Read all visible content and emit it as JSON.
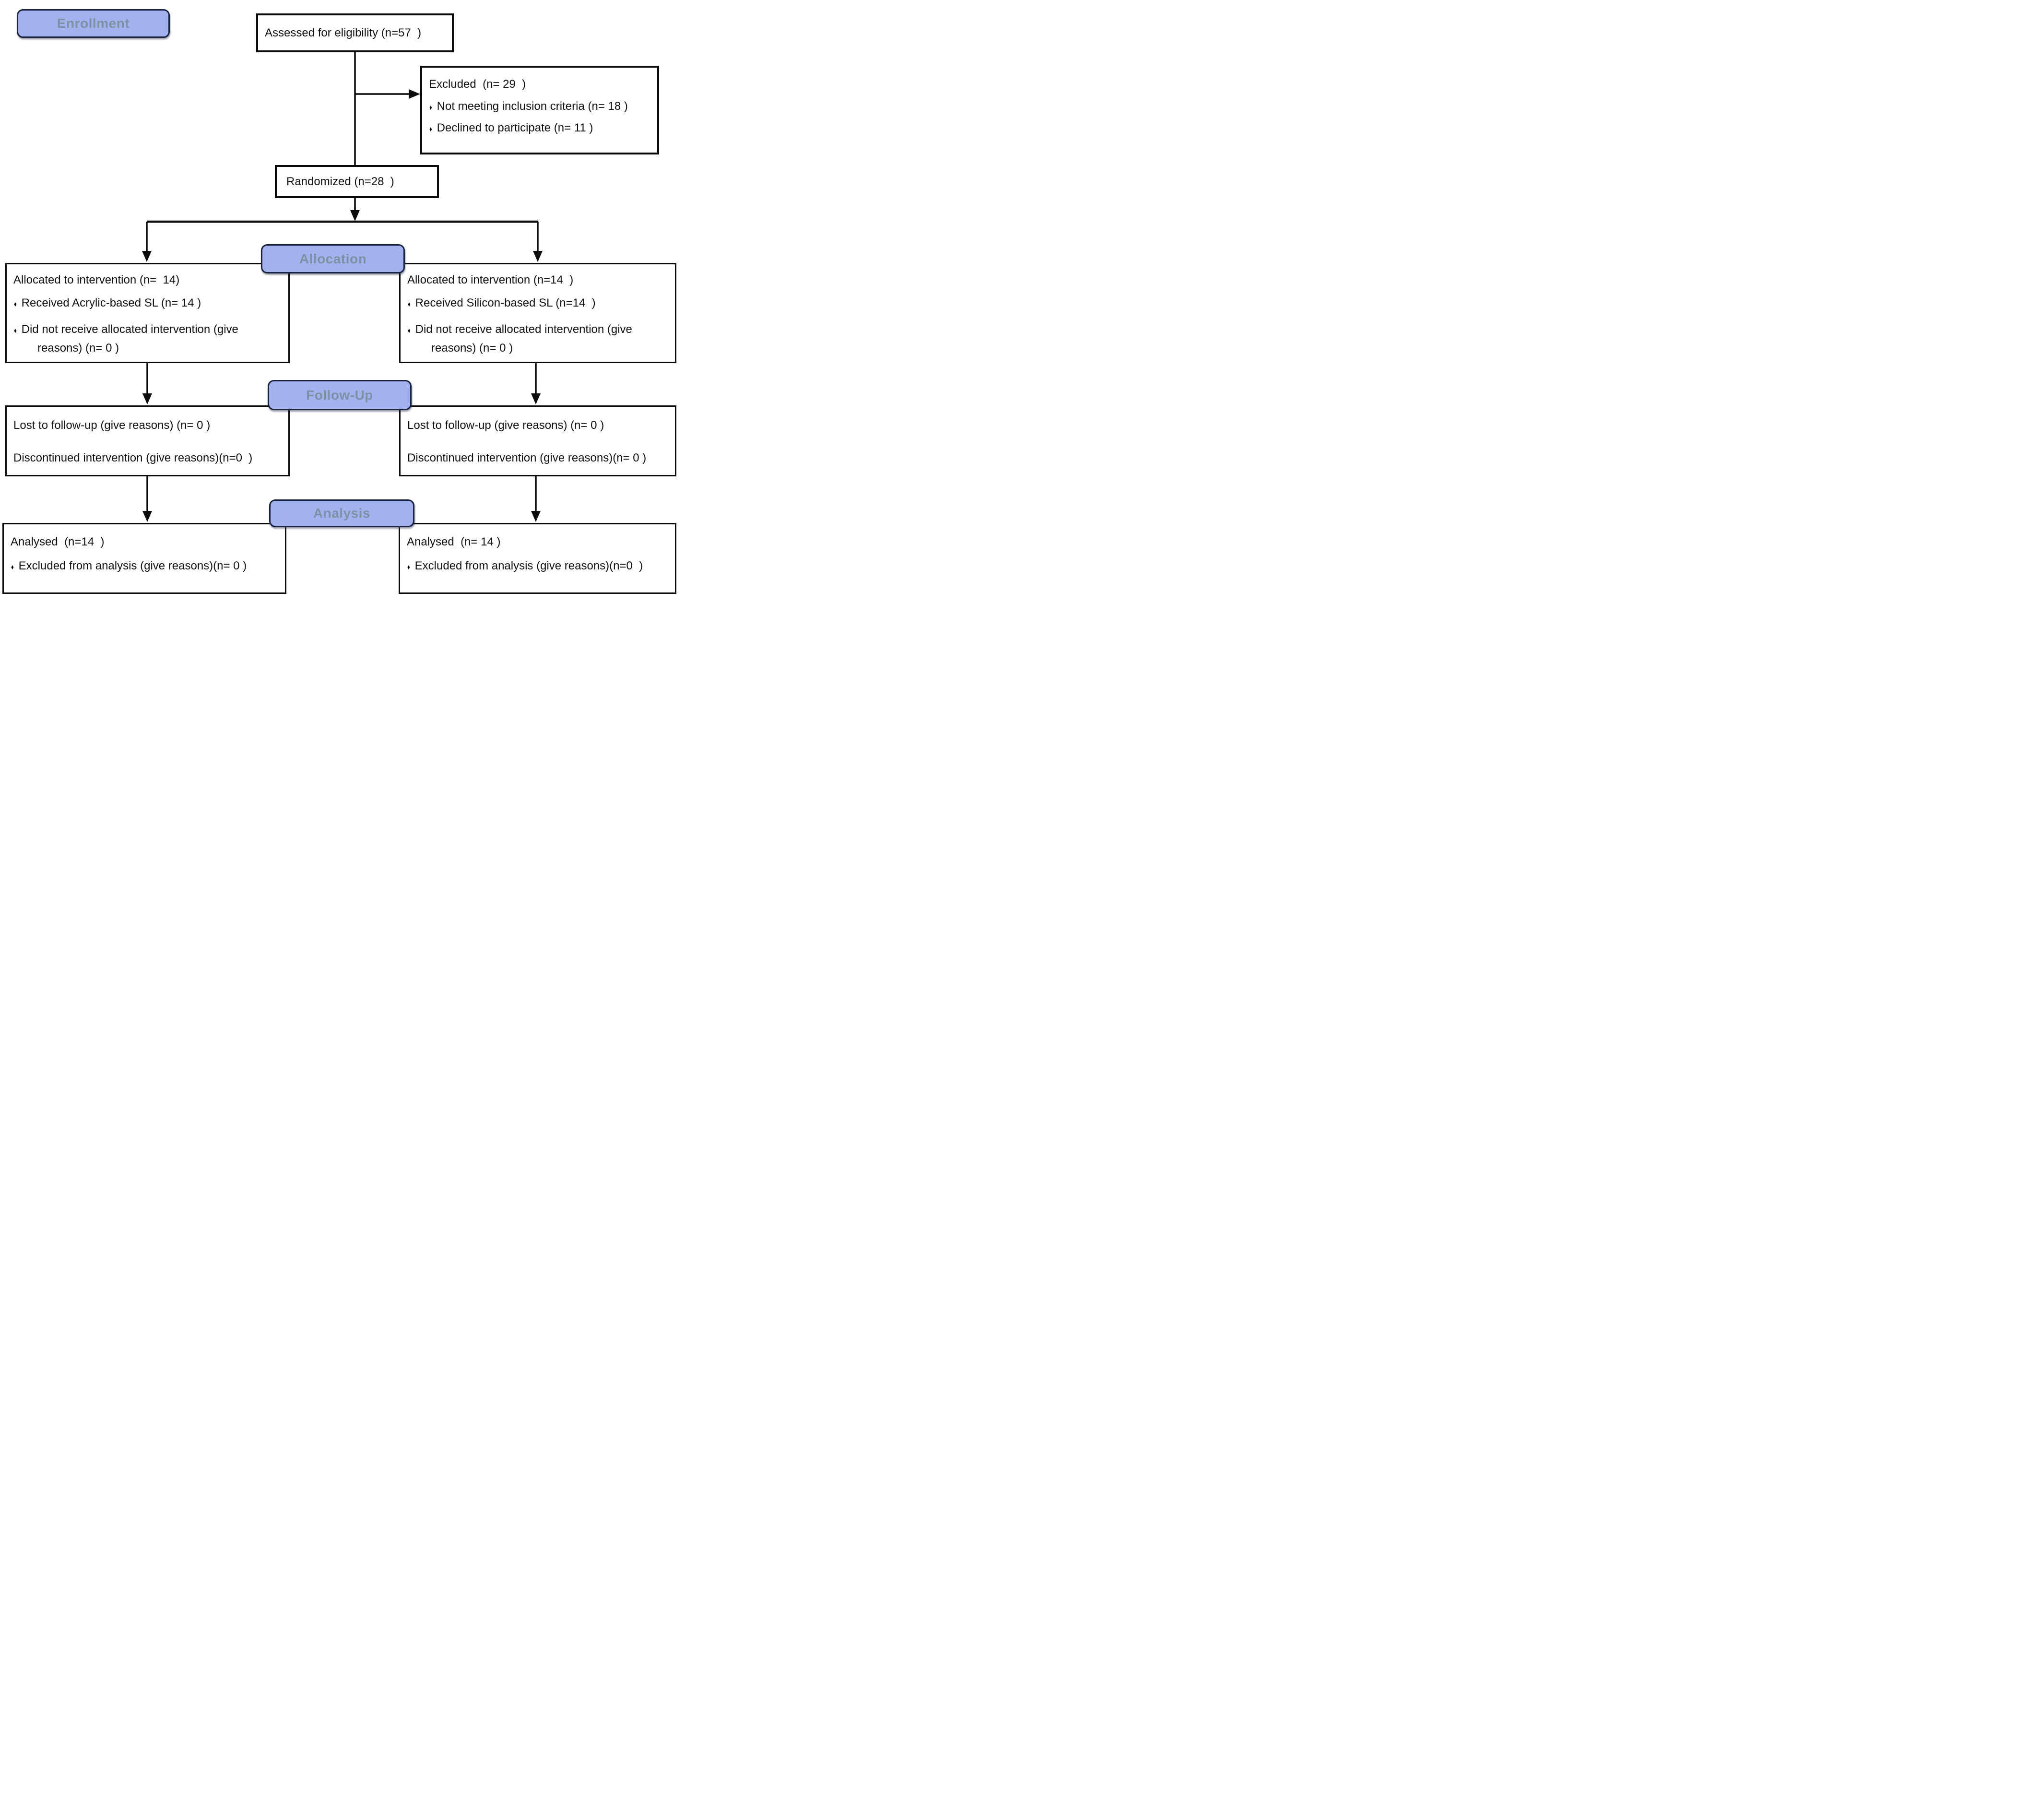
{
  "bands": {
    "enrollment": "Enrollment",
    "allocation": "Allocation",
    "followup": "Follow-Up",
    "analysis": "Analysis"
  },
  "icons": {
    "bullet": "♦"
  },
  "colors": {
    "band_fill": "#a2b2ee",
    "band_border": "#1a2240",
    "band_text": "#7d91a6",
    "box_border": "#0b0b0b",
    "body_text": "#111111",
    "background": "#ffffff"
  },
  "boxes": {
    "assessed": {
      "text": "Assessed for eligibility (n=57  )"
    },
    "excluded": {
      "title": "Excluded  (n= 29  )",
      "bullet1": "Not meeting inclusion criteria (n= 18 )",
      "bullet2": "Declined to participate (n= 11 )"
    },
    "randomized": {
      "text": "Randomized (n=28  )"
    },
    "alloc_left": {
      "title": "Allocated to intervention (n=  14)",
      "bullet1": "Received Acrylic-based SL (n= 14 )",
      "bullet2_line1": "Did not receive allocated intervention (give",
      "bullet2_line2": "reasons) (n= 0 )"
    },
    "alloc_right": {
      "title": "Allocated to intervention (n=14  )",
      "bullet1": "Received Silicon-based SL (n=14  )",
      "bullet2_line1": "Did not receive allocated intervention (give",
      "bullet2_line2": "reasons) (n= 0 )"
    },
    "fu_left": {
      "line1": "Lost to follow-up (give reasons) (n= 0 )",
      "line2": "Discontinued intervention (give reasons)(n=0  )"
    },
    "fu_right": {
      "line1": "Lost to follow-up (give reasons) (n= 0 )",
      "line2": "Discontinued intervention (give reasons)(n= 0 )"
    },
    "an_left": {
      "title": "Analysed  (n=14  )",
      "bullet1": "Excluded from analysis (give reasons)(n= 0 )"
    },
    "an_right": {
      "title": "Analysed  (n= 14 )",
      "bullet1": "Excluded from analysis (give reasons)(n=0  )"
    }
  }
}
